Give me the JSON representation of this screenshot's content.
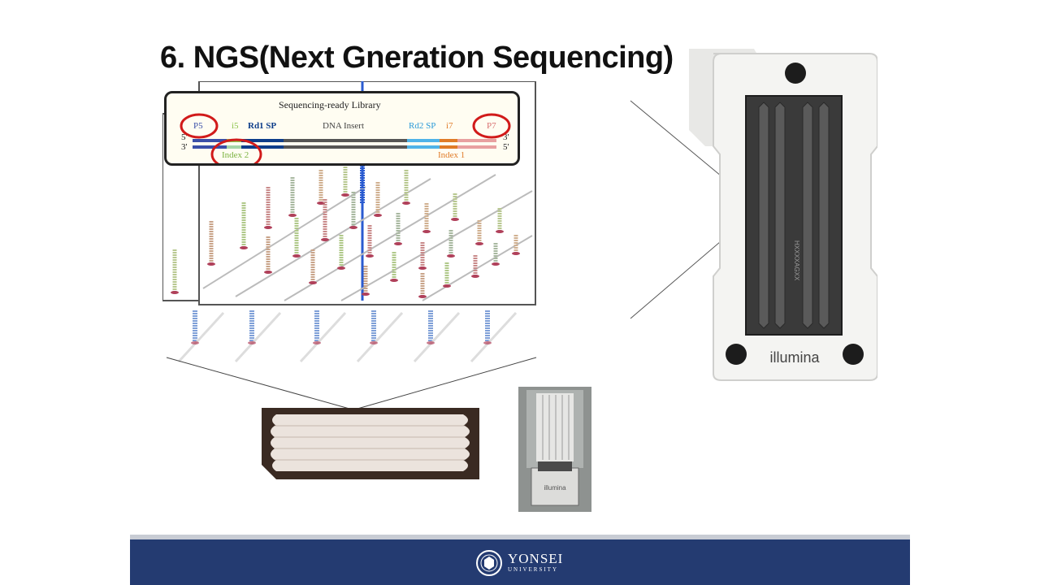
{
  "slide": {
    "title": "6. NGS(Next Gneration Sequencing)"
  },
  "library_diagram": {
    "title": "Sequencing-ready Library",
    "labels": {
      "p5": "P5",
      "i5": "i5",
      "rd1": "Rd1 SP",
      "insert": "DNA Insert",
      "rd2": "Rd2 SP",
      "i7": "i7",
      "p7": "P7",
      "index2": "Index 2",
      "index1": "Index 1",
      "five_prime_left": "5'",
      "three_prime_left": "3'",
      "three_prime_right": "3'",
      "five_prime_right": "5'"
    },
    "colors": {
      "p5": "#3a4fa8",
      "i5": "#8bc34a",
      "rd1": "#0d3d8a",
      "insert": "#555555",
      "rd2": "#4fb3e8",
      "i7": "#e07b28",
      "p7": "#e8a0a0",
      "highlight": "#d11a1a"
    }
  },
  "photos": {
    "flowcell_brand": "illumina",
    "cartridge_brand": "illumina",
    "flowcell_serial": "HXXXXAGXX"
  },
  "footer": {
    "university_name": "YONSEI",
    "university_sub": "UNIVERSITY",
    "bar_color": "#243b71"
  }
}
